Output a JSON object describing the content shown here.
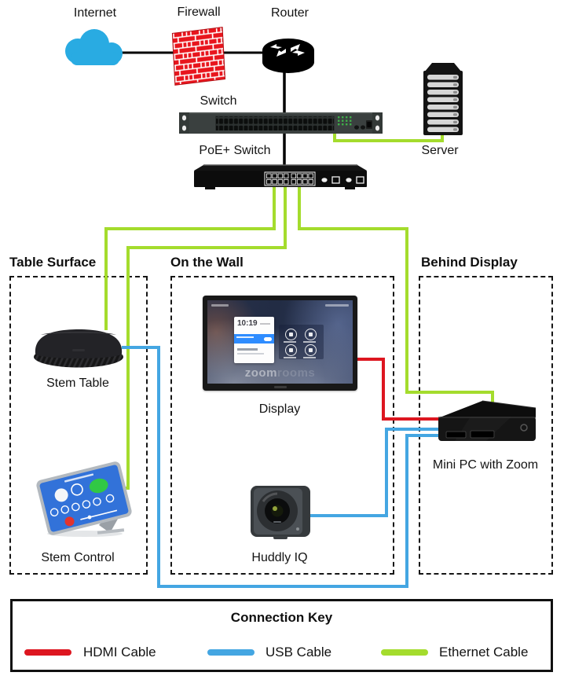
{
  "nodes": {
    "internet": {
      "label": "Internet"
    },
    "firewall": {
      "label": "Firewall"
    },
    "router": {
      "label": "Router"
    },
    "switch": {
      "label": "Switch"
    },
    "poe_switch": {
      "label": "PoE+ Switch"
    },
    "server": {
      "label": "Server"
    },
    "stem_table": {
      "label": "Stem Table"
    },
    "stem_control": {
      "label": "Stem Control"
    },
    "display": {
      "label": "Display",
      "screen_time": "10:19",
      "watermark_bold": "zoom",
      "watermark_faint": "rooms"
    },
    "huddly": {
      "label": "Huddly IQ"
    },
    "mini_pc": {
      "label": "Mini PC with Zoom"
    }
  },
  "zones": {
    "table_surface": "Table Surface",
    "on_the_wall": "On the Wall",
    "behind_display": "Behind Display"
  },
  "legend": {
    "title": "Connection Key",
    "items": [
      {
        "label": "HDMI Cable",
        "color": "#dd1620"
      },
      {
        "label": "USB Cable",
        "color": "#44a6e2"
      },
      {
        "label": "Ethernet Cable",
        "color": "#a4dc2d"
      }
    ]
  },
  "colors": {
    "cloud": "#29abe2",
    "brick": "#e8151d",
    "line": "#000000"
  },
  "connections": [
    {
      "from": "Internet",
      "to": "Firewall",
      "type": "network"
    },
    {
      "from": "Firewall",
      "to": "Router",
      "type": "network"
    },
    {
      "from": "Router",
      "to": "Switch",
      "type": "network"
    },
    {
      "from": "Switch",
      "to": "PoE+ Switch",
      "type": "network"
    },
    {
      "from": "Switch",
      "to": "Server",
      "type": "ethernet"
    },
    {
      "from": "PoE+ Switch",
      "to": "Stem Table",
      "type": "ethernet"
    },
    {
      "from": "PoE+ Switch",
      "to": "Stem Control",
      "type": "ethernet"
    },
    {
      "from": "PoE+ Switch",
      "to": "Mini PC with Zoom",
      "type": "ethernet"
    },
    {
      "from": "Display",
      "to": "Mini PC with Zoom",
      "type": "hdmi"
    },
    {
      "from": "Huddly IQ",
      "to": "Mini PC with Zoom",
      "type": "usb"
    },
    {
      "from": "Stem Table",
      "to": "Mini PC with Zoom",
      "type": "usb"
    }
  ]
}
